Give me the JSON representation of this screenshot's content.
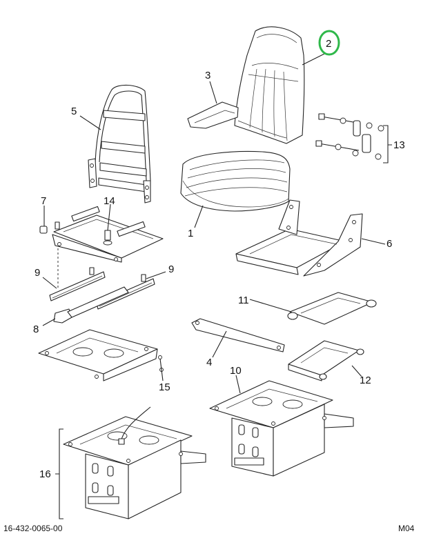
{
  "callouts": {
    "c1": "1",
    "c2": "2",
    "c3": "3",
    "c4": "4",
    "c5": "5",
    "c6": "6",
    "c7": "7",
    "c8": "8",
    "c9a": "9",
    "c9b": "9",
    "c10": "10",
    "c11": "11",
    "c12": "12",
    "c13": "13",
    "c14": "14",
    "c15": "15",
    "c16": "16"
  },
  "footer": {
    "doc_number": "16-432-0065-00",
    "sheet_code": "M04"
  },
  "highlight": {
    "target_callout": "2",
    "color": "#2fb84a"
  }
}
